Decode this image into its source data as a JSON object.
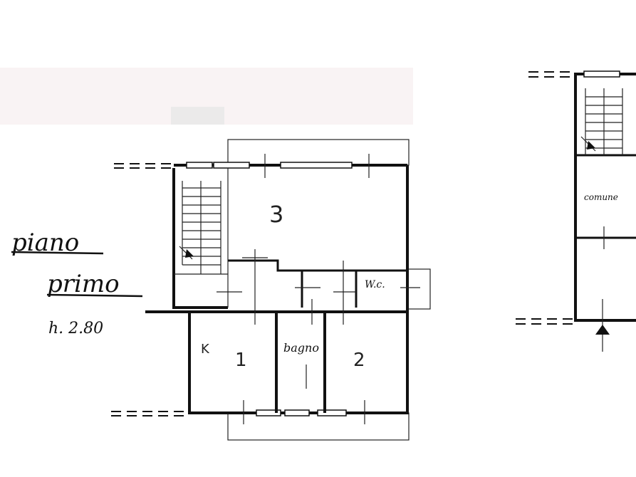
{
  "floor": {
    "title_line1": "piano",
    "title_line2": "primo",
    "height": "h. 2.80"
  },
  "rooms": {
    "room_3": "3",
    "kitchen": "K",
    "room_1": "1",
    "bathroom": "bagno",
    "room_2": "2",
    "wc": "W.c.",
    "common": "comune"
  },
  "colors": {
    "ink": "#111111",
    "paper": "#ffffff",
    "smudge": "#f3e6ea"
  }
}
